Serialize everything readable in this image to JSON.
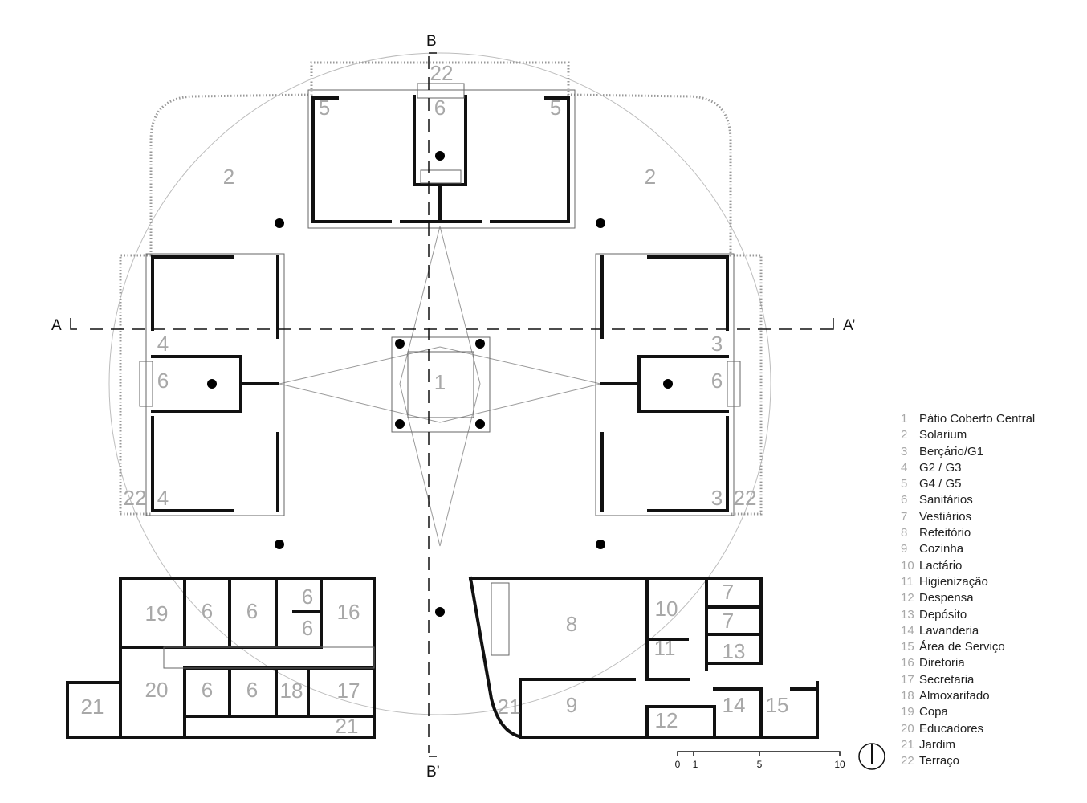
{
  "section_marks": {
    "a": "A",
    "a_prime": "A’",
    "b": "B",
    "b_prime": "B’"
  },
  "legend": [
    {
      "num": "1",
      "label": "Pátio Coberto Central"
    },
    {
      "num": "2",
      "label": "Solarium"
    },
    {
      "num": "3",
      "label": "Berçário/G1"
    },
    {
      "num": "4",
      "label": "G2 / G3"
    },
    {
      "num": "5",
      "label": "G4 / G5"
    },
    {
      "num": "6",
      "label": "Sanitários"
    },
    {
      "num": "7",
      "label": "Vestiários"
    },
    {
      "num": "8",
      "label": "Refeitório"
    },
    {
      "num": "9",
      "label": "Cozinha"
    },
    {
      "num": "10",
      "label": "Lactário"
    },
    {
      "num": "11",
      "label": "Higienização"
    },
    {
      "num": "12",
      "label": "Despensa"
    },
    {
      "num": "13",
      "label": "Depósito"
    },
    {
      "num": "14",
      "label": "Lavanderia"
    },
    {
      "num": "15",
      "label": "Área de Serviço"
    },
    {
      "num": "16",
      "label": "Diretoria"
    },
    {
      "num": "17",
      "label": "Secretaria"
    },
    {
      "num": "18",
      "label": "Almoxarifado"
    },
    {
      "num": "19",
      "label": "Copa"
    },
    {
      "num": "20",
      "label": "Educadores"
    },
    {
      "num": "21",
      "label": "Jardim"
    },
    {
      "num": "22",
      "label": "Terraço"
    }
  ],
  "scale_bar": {
    "ticks": [
      "0",
      "1",
      "5",
      "10"
    ]
  },
  "room_numbers": {
    "patio": "1",
    "solarium_left": "2",
    "solarium_right": "2",
    "bercario_upper": "3",
    "bercario_lower": "3",
    "g2_upper": "4",
    "g2_lower": "4",
    "g4_left": "5",
    "g4_right": "5",
    "san_top": "6",
    "san_left": "6",
    "san_right": "6",
    "san_b1": "6",
    "san_b2": "6",
    "san_b3": "6",
    "san_b4": "6",
    "san_b5": "6",
    "san_b6": "6",
    "vest_1": "7",
    "vest_2": "7",
    "refeitorio": "8",
    "cozinha": "9",
    "lactario": "10",
    "higienizacao": "11",
    "despensa": "12",
    "deposito": "13",
    "lavanderia": "14",
    "area_servico": "15",
    "diretoria": "16",
    "secretaria": "17",
    "almoxarifado": "18",
    "copa": "19",
    "educadores": "20",
    "jardim_left": "21",
    "jardim_mid": "21",
    "jardim_right": "21",
    "terraco_top": "22",
    "terraco_left": "22",
    "terraco_right": "22"
  }
}
